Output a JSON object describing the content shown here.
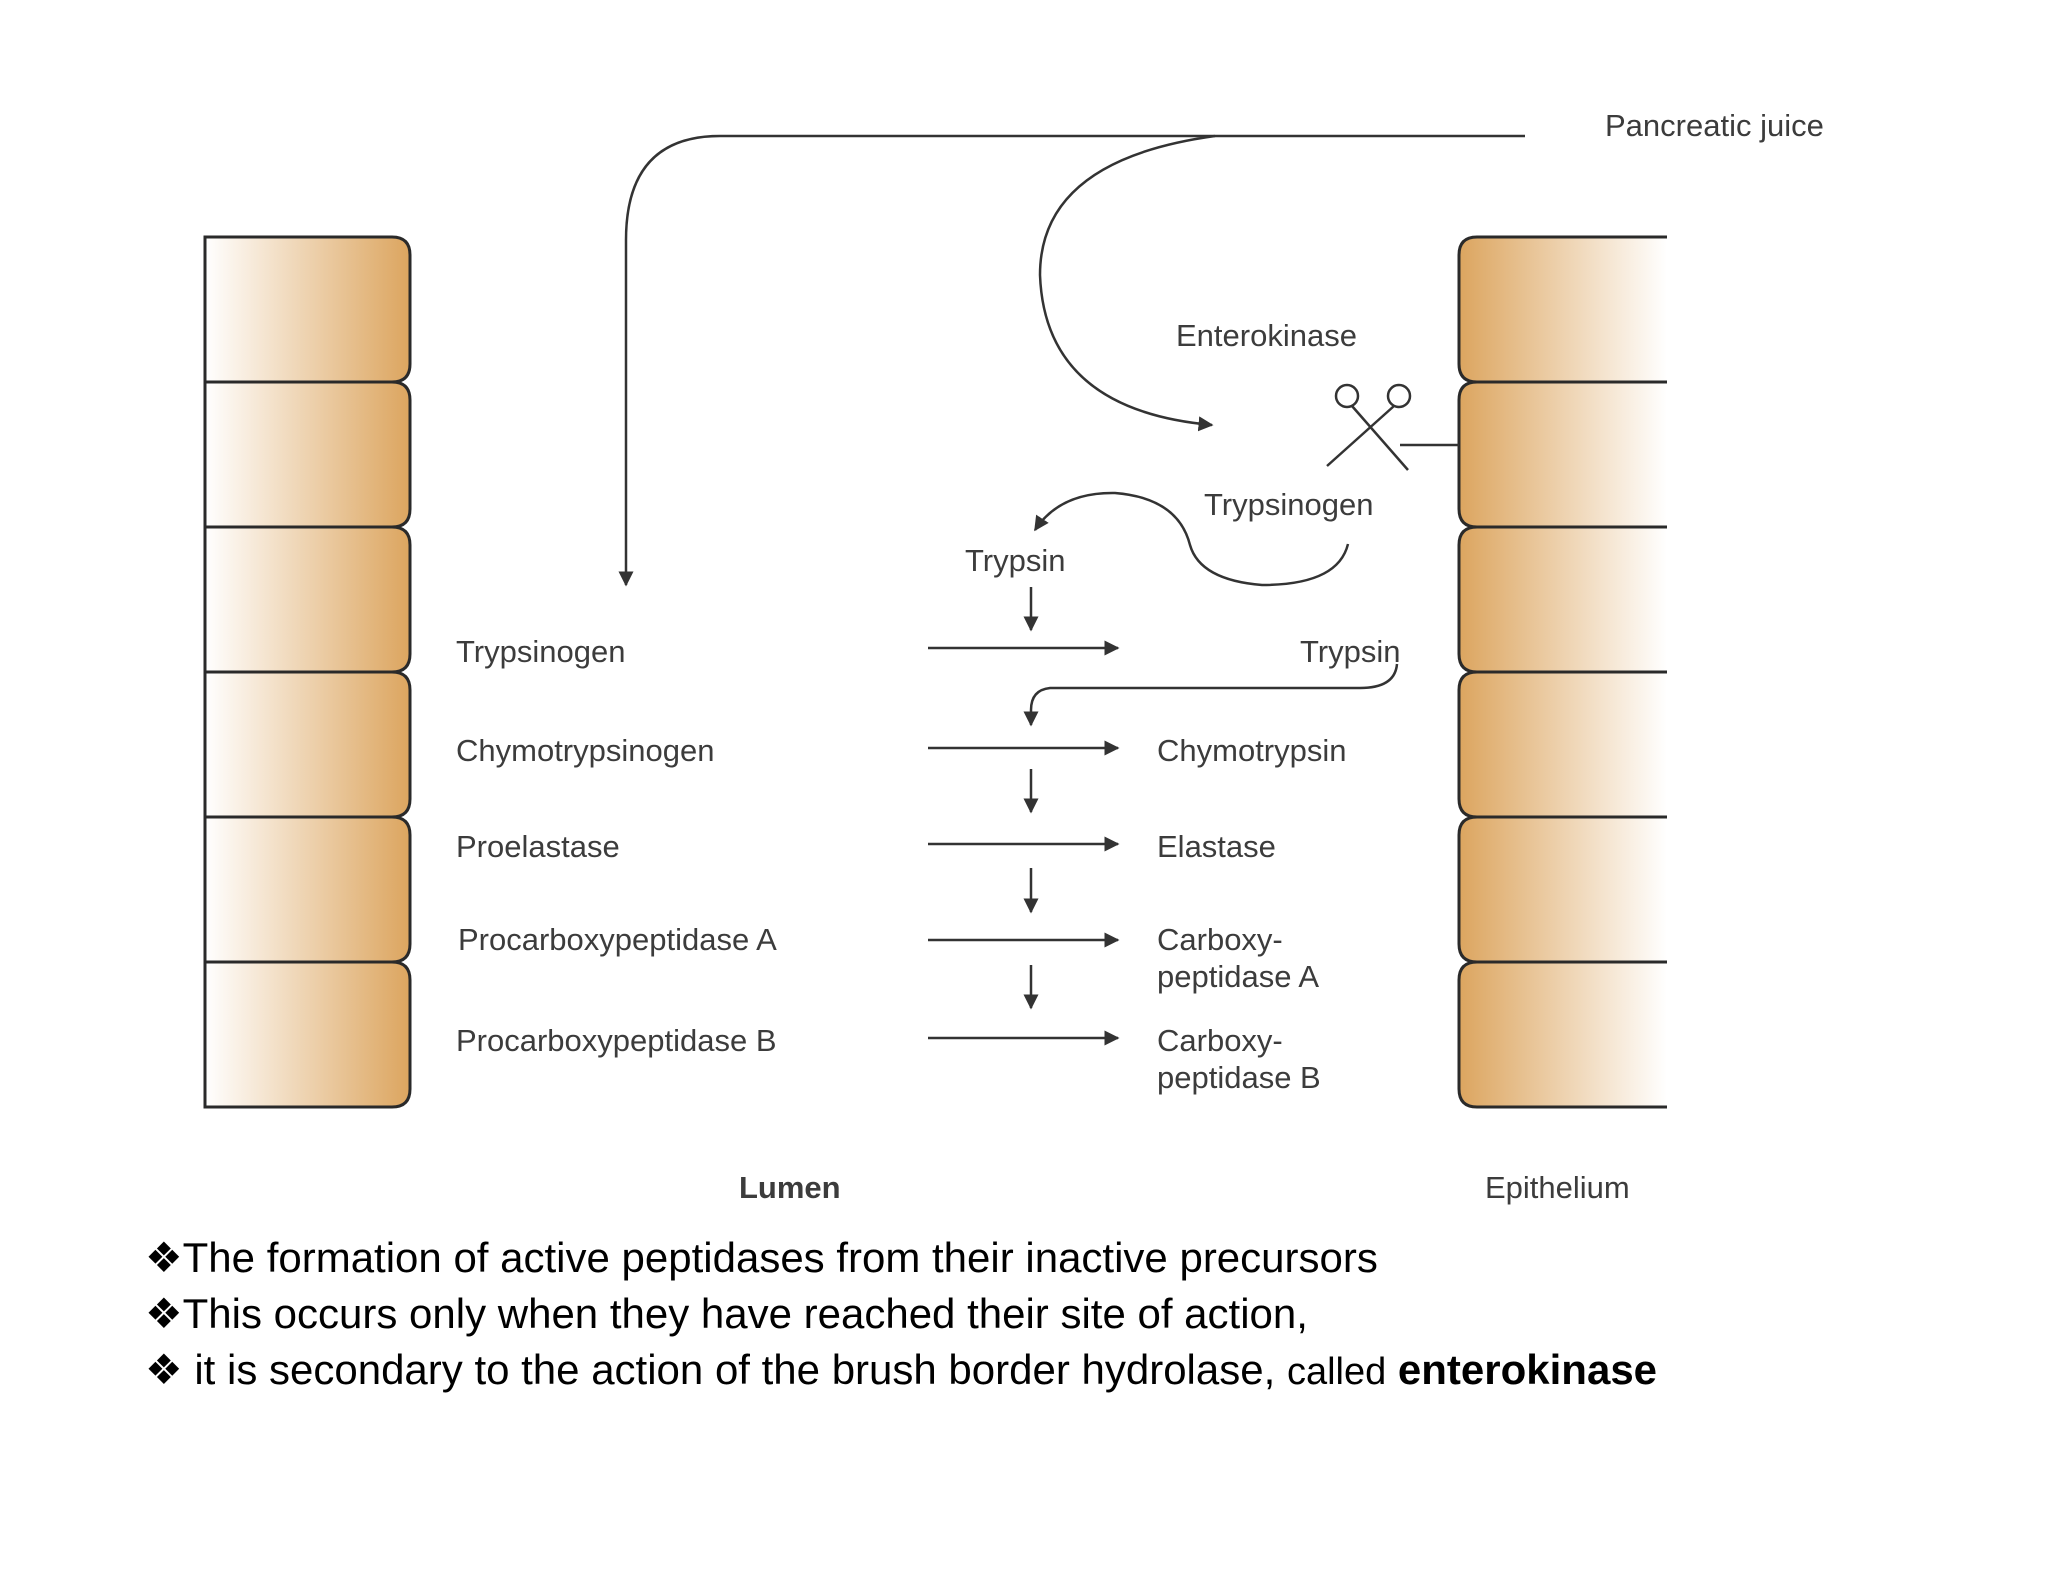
{
  "diagram": {
    "pancreatic_juice": "Pancreatic juice",
    "enterokinase": "Enterokinase",
    "trypsinogen_epi": "Trypsinogen",
    "trypsin_top": "Trypsin",
    "precursors": [
      "Trypsinogen",
      "Chymotrypsinogen",
      "Proelastase",
      "Procarboxypeptidase A",
      "Procarboxypeptidase B"
    ],
    "products": {
      "trypsin": "Trypsin",
      "chymotrypsin": "Chymotrypsin",
      "elastase": "Elastase",
      "carboxy_a_line1": "Carboxy-",
      "carboxy_a_line2": "peptidase A",
      "carboxy_b_line1": "Carboxy-",
      "carboxy_b_line2": "peptidase B"
    },
    "lumen": "Lumen",
    "epithelium": "Epithelium",
    "cell_color": "#dca55f"
  },
  "bullets": [
    {
      "symbol": "❖",
      "text": "The formation of active peptidases from their inactive precursors"
    },
    {
      "symbol": "❖",
      "text": "This occurs only when they have reached their site of action,"
    },
    {
      "symbol": "❖ ",
      "text": " it is secondary to the action of the brush border hydrolase, ",
      "small": "called",
      "bold": "enterokinase"
    }
  ]
}
